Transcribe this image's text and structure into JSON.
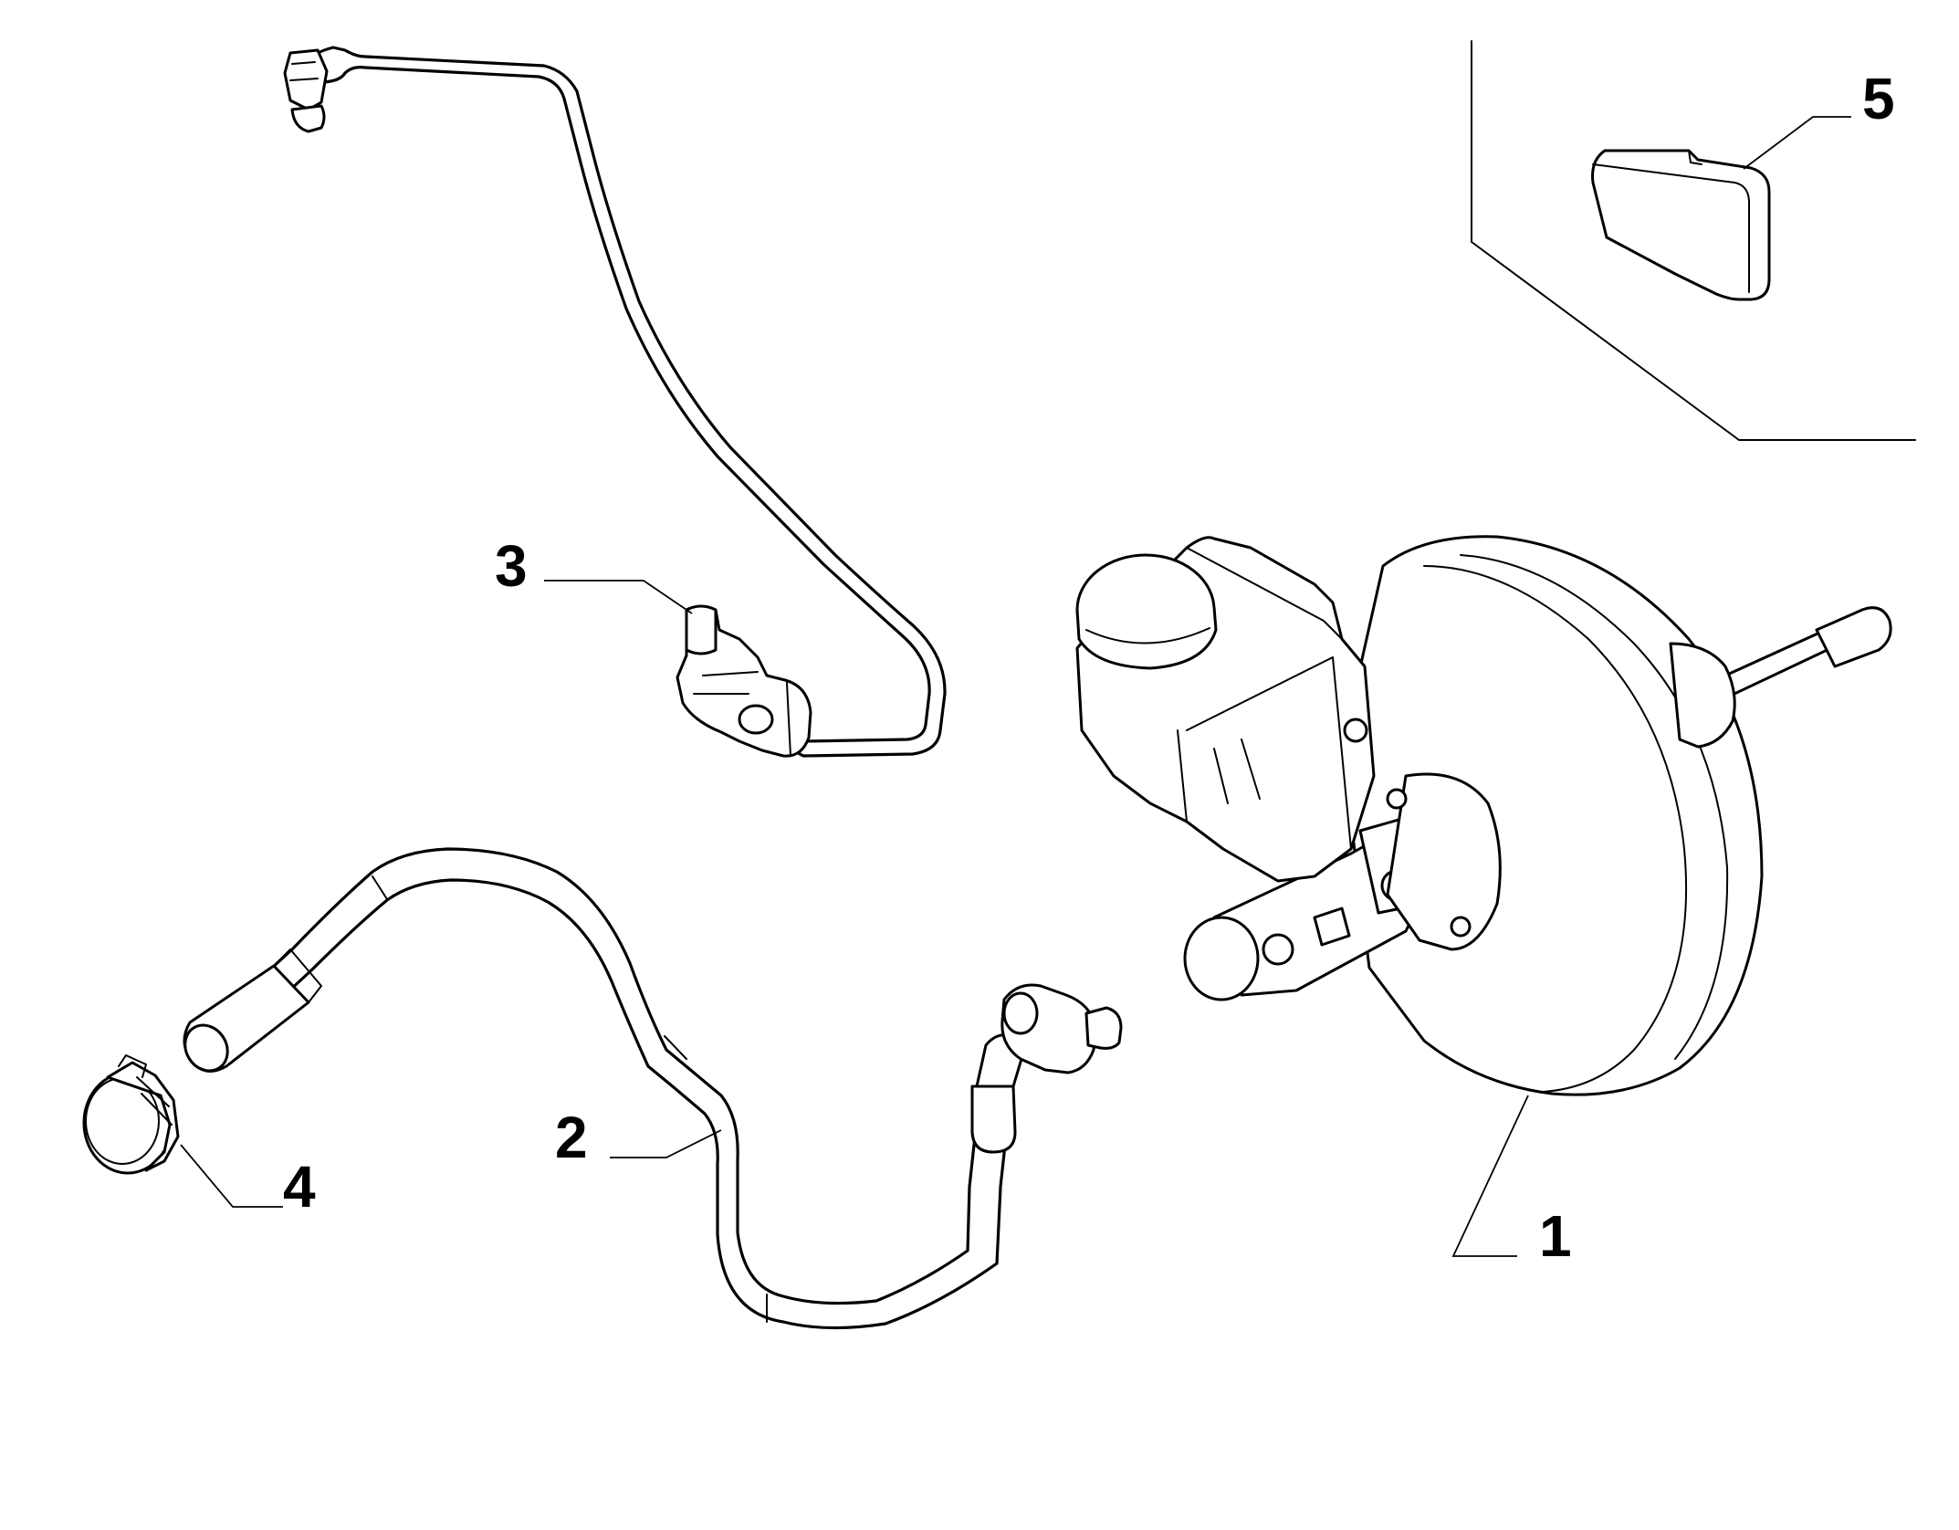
{
  "callouts": [
    {
      "id": "1",
      "label": "1"
    },
    {
      "id": "2",
      "label": "2"
    },
    {
      "id": "3",
      "label": "3"
    },
    {
      "id": "4",
      "label": "4"
    },
    {
      "id": "5",
      "label": "5"
    }
  ],
  "parts": {
    "p1": "brake-booster-with-master-cylinder",
    "p2": "vacuum-hose",
    "p3": "check-valve-with-pipe",
    "p4": "hose-clamp",
    "p5": "protective-cap"
  }
}
